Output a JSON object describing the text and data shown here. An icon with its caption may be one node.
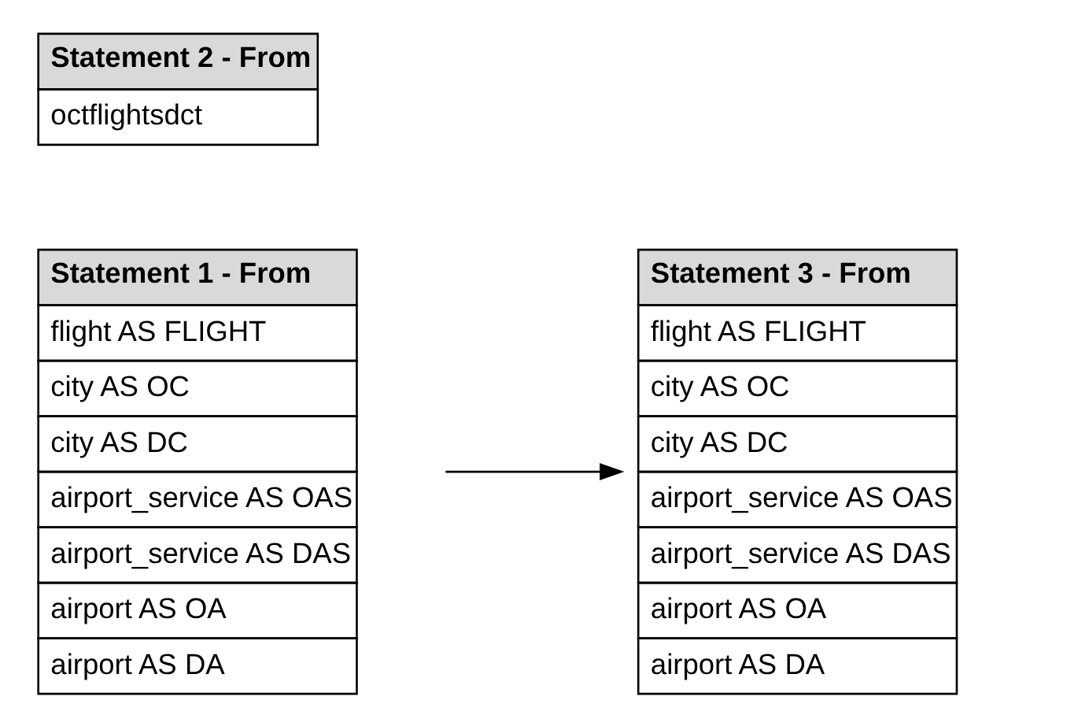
{
  "diagram": {
    "nodes": [
      {
        "text": [
          "Statement 1 - From",
          "flight AS FLIGHT",
          "city AS OC",
          "city AS DC",
          "airport_service AS OAS",
          "airport_service AS DAS",
          "airport AS OA",
          "airport AS DA"
        ]
      },
      {
        "text": [
          "Statement 3 - From",
          "flight AS FLIGHT",
          "city AS OC",
          "city AS DC",
          "airport_service AS OAS",
          "airport_service AS DAS",
          "airport AS OA",
          "airport AS DA"
        ]
      },
      {
        "text": [
          "Statement 2 - From",
          "octflightsdct"
        ]
      }
    ],
    "edges": [
      {
        "from": 0,
        "to": 1,
        "arrow": "to"
      }
    ]
  }
}
